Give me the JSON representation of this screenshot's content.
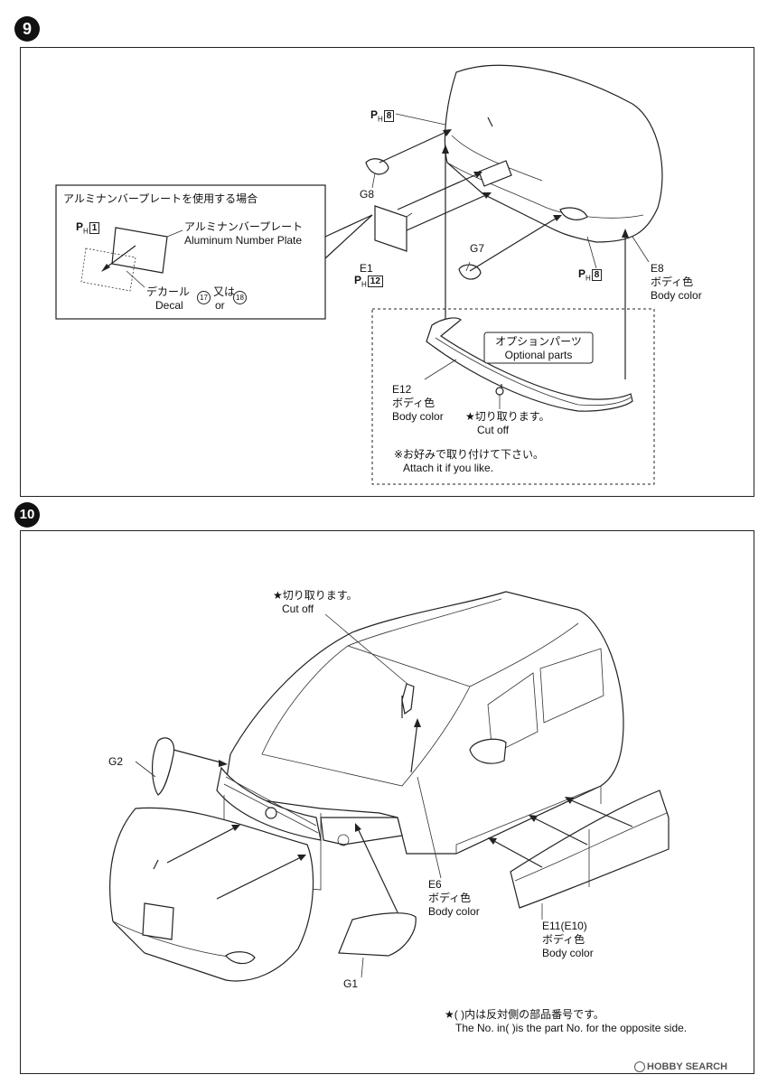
{
  "step9": {
    "number": "9",
    "inset": {
      "title": "アルミナンバープレートを使用する場合",
      "ph_part": {
        "prefix": "P",
        "sub": "H",
        "num": "1"
      },
      "plate_label_jp": "アルミナンバープレート",
      "plate_label_en": "Aluminum Number Plate",
      "decal_jp": "デカール",
      "decal_en": "Decal",
      "decal_a": "17",
      "decal_or_jp": "又は",
      "decal_or_en": "or",
      "decal_b": "18"
    },
    "ph_top": {
      "prefix": "P",
      "sub": "H",
      "num": "8"
    },
    "ph_mid": {
      "prefix": "P",
      "sub": "H",
      "num": "8"
    },
    "g8": "G8",
    "g7": "G7",
    "e1": "E1",
    "e1_ph": {
      "prefix": "P",
      "sub": "H",
      "num": "12"
    },
    "e8": {
      "id": "E8",
      "jp": "ボディ色",
      "en": "Body color"
    },
    "optional": {
      "jp": "オプションパーツ",
      "en": "Optional parts"
    },
    "e12": {
      "id": "E12",
      "jp": "ボディ色",
      "en": "Body color"
    },
    "cutoff": {
      "jp": "★切り取ります。",
      "en": "Cut off"
    },
    "attach": {
      "jp": "※お好みで取り付けて下さい。",
      "en": "Attach it if you like."
    }
  },
  "step10": {
    "number": "10",
    "cutoff": {
      "jp": "★切り取ります。",
      "en": "Cut off"
    },
    "g2": "G2",
    "g1": "G1",
    "e6": {
      "id": "E6",
      "jp": "ボディ色",
      "en": "Body color"
    },
    "e11": {
      "id": "E11(E10)",
      "jp": "ボディ色",
      "en": "Body color"
    },
    "note": {
      "jp": "★(  )内は反対側の部品番号です。",
      "en": "The No. in(  )is the part No. for the opposite side."
    }
  },
  "watermark": "HOBBY SEARCH"
}
